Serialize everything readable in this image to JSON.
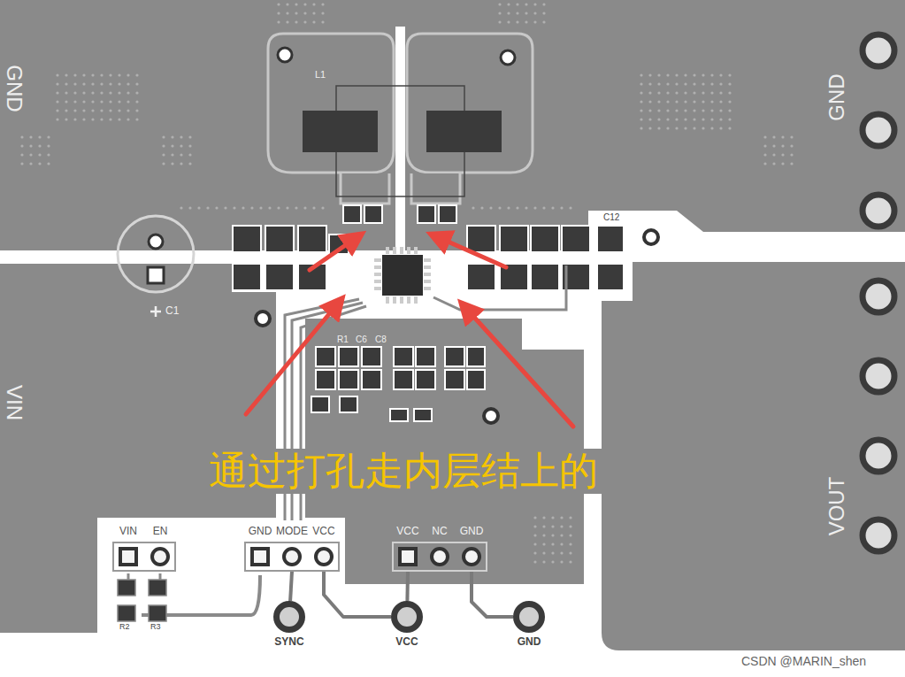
{
  "diagram": {
    "nodes": [
      {
        "text": [
          "VIN",
          "EN"
        ]
      },
      {
        "text": [
          "GND",
          "MODE",
          "VCC"
        ]
      },
      {
        "text": [
          "VCC",
          "NC",
          "GND"
        ]
      },
      {
        "text": [
          "SYNC"
        ]
      },
      {
        "text": [
          "VCC"
        ]
      },
      {
        "text": [
          "GND"
        ]
      }
    ],
    "edges": [
      {
        "from": 1,
        "to": 3,
        "arrow": "none"
      },
      {
        "from": 1,
        "to": 4,
        "arrow": "none"
      },
      {
        "from": 2,
        "to": 4,
        "arrow": "none"
      },
      {
        "from": 2,
        "to": 5,
        "arrow": "none"
      }
    ],
    "labels": [
      "GND",
      "GND",
      "L1",
      "C12",
      "C1",
      "R1",
      "C6",
      "C8",
      "VIN",
      "VOUT",
      "R2",
      "R3",
      "通过打孔走内层结上的",
      "CSDN @MARIN_shen"
    ]
  }
}
